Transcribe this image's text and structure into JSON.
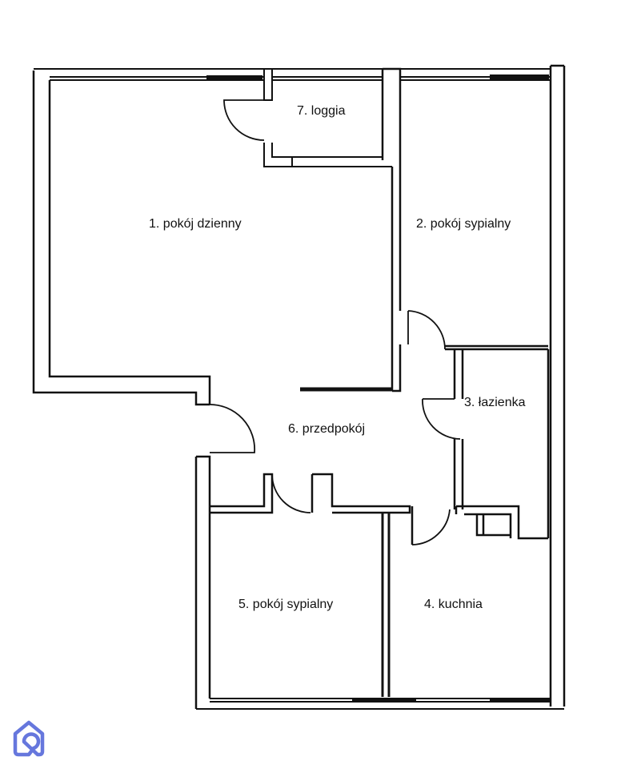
{
  "rooms": [
    {
      "label": "1. pokój dzienny"
    },
    {
      "label": "2. pokój sypialny"
    },
    {
      "label": "3. łazienka"
    },
    {
      "label": "4. kuchnia"
    },
    {
      "label": "5. pokój sypialny"
    },
    {
      "label": "6. przedpokój"
    },
    {
      "label": "7. loggia"
    }
  ],
  "colors": {
    "wall": "#111111",
    "logo": "#6677dd"
  },
  "logo": {
    "icon": "house-pin-logo-icon"
  }
}
